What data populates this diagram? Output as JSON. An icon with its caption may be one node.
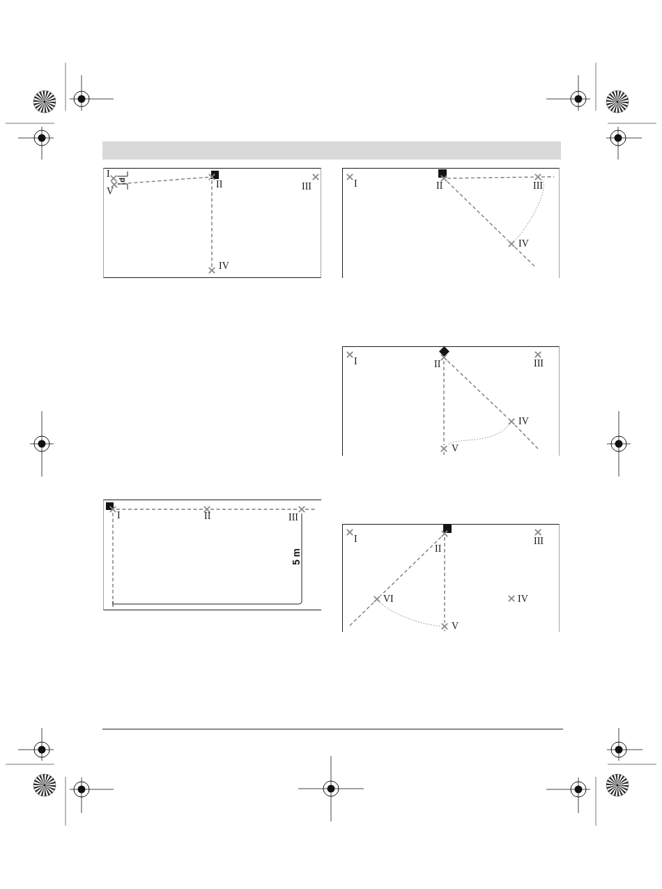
{
  "diagram": {
    "nodes": [
      {
        "text": [],
        "shape": "box"
      },
      {
        "text": [],
        "shape": "cross",
        "in": 0,
        "beside": [
          "I"
        ]
      },
      {
        "text": [],
        "shape": "square",
        "in": 0
      },
      {
        "text": [],
        "shape": "cross",
        "in": 0,
        "beside": [
          "II"
        ]
      },
      {
        "text": [],
        "shape": "cross",
        "in": 0,
        "beside": [
          "III"
        ]
      },
      {
        "text": [],
        "shape": "cross",
        "in": 0,
        "beside": [
          "V"
        ]
      },
      {
        "text": [],
        "shape": "cross",
        "in": 0,
        "beside": [
          "IV"
        ]
      },
      {
        "text": [],
        "shape": "box"
      },
      {
        "text": [],
        "shape": "cross",
        "in": 7,
        "beside": [
          "I"
        ]
      },
      {
        "text": [],
        "shape": "square",
        "in": 7
      },
      {
        "text": [],
        "shape": "cross",
        "in": 7,
        "beside": [
          "II"
        ]
      },
      {
        "text": [],
        "shape": "cross",
        "in": 7,
        "beside": [
          "III"
        ]
      },
      {
        "text": [],
        "shape": "cross",
        "in": 7,
        "beside": [
          "IV"
        ]
      },
      {
        "text": [],
        "shape": "box"
      },
      {
        "text": [],
        "shape": "cross",
        "in": 13,
        "beside": [
          "I"
        ]
      },
      {
        "text": [],
        "shape": "diamond",
        "in": 13
      },
      {
        "text": [],
        "shape": "cross",
        "in": 13,
        "beside": [
          "II"
        ]
      },
      {
        "text": [],
        "shape": "cross",
        "in": 13,
        "beside": [
          "III"
        ]
      },
      {
        "text": [],
        "shape": "cross",
        "in": 13,
        "beside": [
          "IV"
        ]
      },
      {
        "text": [],
        "shape": "cross",
        "in": 13,
        "beside": [
          "V"
        ]
      },
      {
        "text": [],
        "shape": "box"
      },
      {
        "text": [],
        "shape": "square",
        "in": 20
      },
      {
        "text": [],
        "shape": "cross",
        "in": 20,
        "beside": [
          "I"
        ]
      },
      {
        "text": [],
        "shape": "cross",
        "in": 20,
        "beside": [
          "II"
        ]
      },
      {
        "text": [],
        "shape": "cross",
        "in": 20,
        "beside": [
          "III"
        ]
      },
      {
        "text": [],
        "shape": "box"
      },
      {
        "text": [],
        "shape": "cross",
        "in": 25,
        "beside": [
          "I"
        ]
      },
      {
        "text": [],
        "shape": "square",
        "in": 25
      },
      {
        "text": [],
        "shape": "cross",
        "in": 25,
        "beside": [
          "II"
        ]
      },
      {
        "text": [],
        "shape": "cross",
        "in": 25,
        "beside": [
          "III"
        ]
      },
      {
        "text": [],
        "shape": "cross",
        "in": 25,
        "beside": [
          "VI"
        ]
      },
      {
        "text": [],
        "shape": "cross",
        "in": 25,
        "beside": [
          "IV"
        ]
      },
      {
        "text": [],
        "shape": "cross",
        "in": 25,
        "beside": [
          "V"
        ]
      }
    ],
    "edges": [
      {
        "from": 2,
        "to": 5,
        "arrow": "none",
        "style": "dashed"
      },
      {
        "from": 2,
        "to": 6,
        "arrow": "none",
        "style": "dashed"
      },
      {
        "from": 9,
        "to": 11,
        "arrow": "none",
        "style": "dashed"
      },
      {
        "from": 9,
        "to": 12,
        "arrow": "none",
        "style": "dashed"
      },
      {
        "from": 11,
        "to": 12,
        "arrow": "none",
        "style": "dashed",
        "color": "#a6a6a6"
      },
      {
        "from": 15,
        "to": 19,
        "arrow": "none",
        "style": "dashed"
      },
      {
        "from": 15,
        "to": 18,
        "arrow": "none",
        "style": "dashed"
      },
      {
        "from": 18,
        "to": 19,
        "arrow": "none",
        "style": "dashed",
        "color": "#a6a6a6"
      },
      {
        "from": 21,
        "to": 23,
        "arrow": "none",
        "style": "dashed"
      },
      {
        "from": 23,
        "to": 24,
        "arrow": "none",
        "style": "dashed"
      },
      {
        "from": 21,
        "to": null,
        "arrow": "none",
        "style": "dashed"
      },
      {
        "from": 27,
        "to": 30,
        "arrow": "none",
        "style": "dashed"
      },
      {
        "from": 27,
        "to": 32,
        "arrow": "none",
        "style": "dashed"
      },
      {
        "from": 30,
        "to": 32,
        "arrow": "none",
        "style": "dashed",
        "color": "#a6a6a6"
      }
    ],
    "labels": [
      "d",
      "5 m"
    ]
  }
}
